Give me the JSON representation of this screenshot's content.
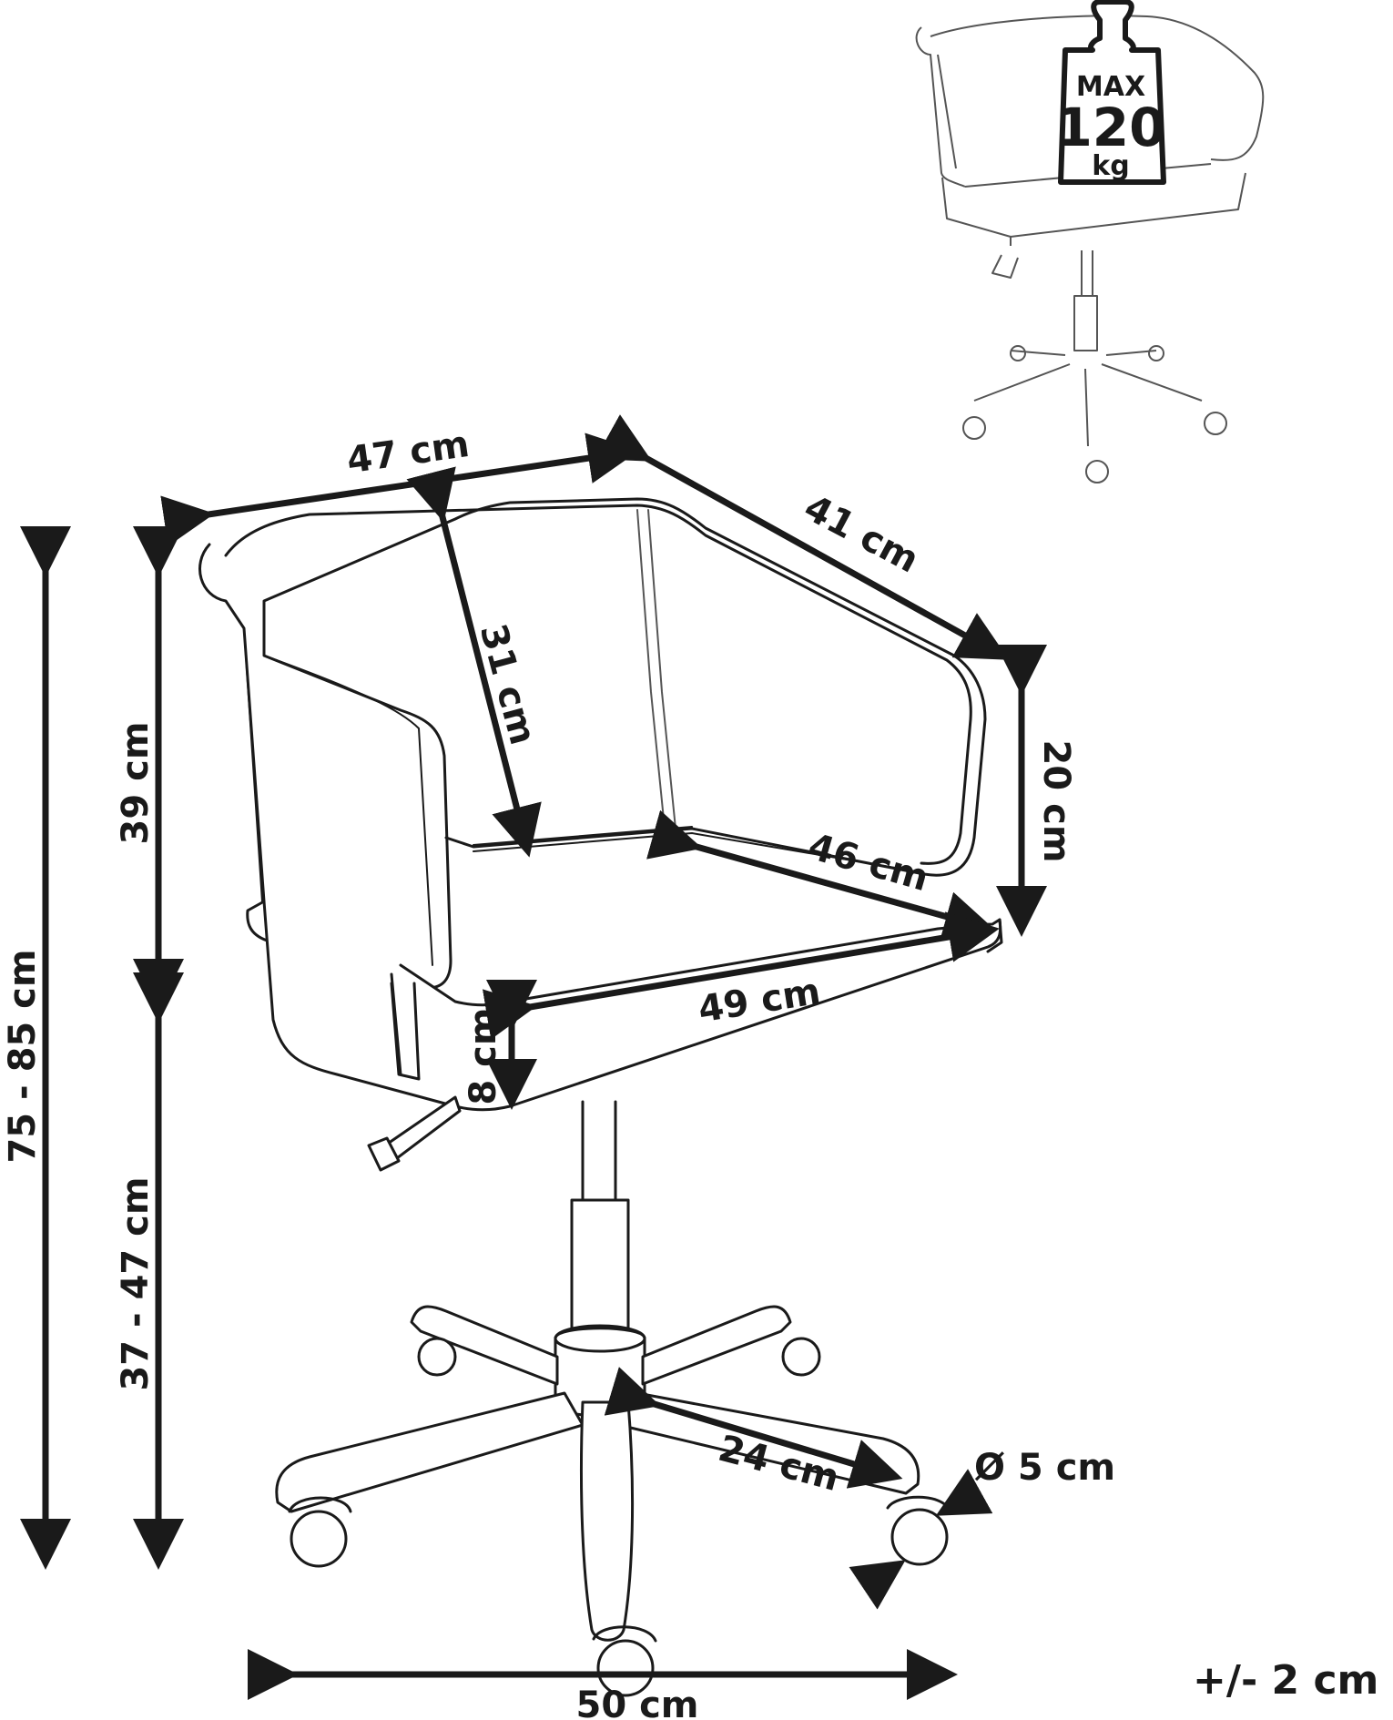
{
  "dimensions": {
    "back_width": "47 cm",
    "armrest_depth": "41 cm",
    "backrest_height": "31 cm",
    "armrest_height": "20 cm",
    "seat_depth": "46 cm",
    "seat_width": "49 cm",
    "seat_thickness": "8 cm",
    "back_height": "39 cm",
    "seat_height": "37 - 47 cm",
    "total_height": "75 - 85 cm",
    "leg_length": "24 cm",
    "wheel_diameter": "Ø 5 cm",
    "base_width": "50 cm",
    "tolerance": "+/- 2 cm"
  },
  "max_load": {
    "max": "MAX",
    "value": "120",
    "unit": "kg"
  }
}
